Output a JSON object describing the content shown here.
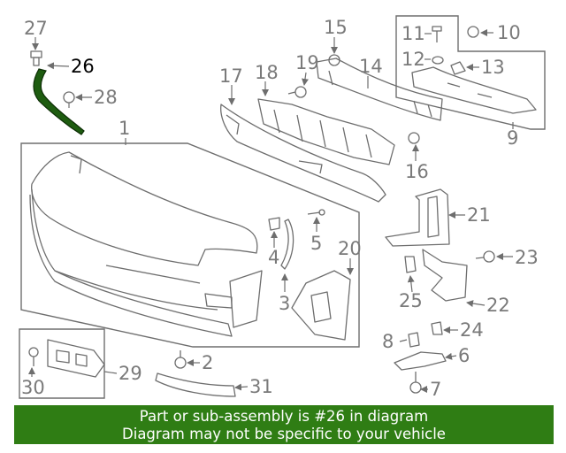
{
  "diagram": {
    "highlighted_part": "26",
    "highlight_color": "#2f7d14",
    "callouts": {
      "c1": "1",
      "c2": "2",
      "c3": "3",
      "c4": "4",
      "c5": "5",
      "c6": "6",
      "c7": "7",
      "c8": "8",
      "c9": "9",
      "c10": "10",
      "c11": "11",
      "c12": "12",
      "c13": "13",
      "c14": "14",
      "c15": "15",
      "c16": "16",
      "c17": "17",
      "c18": "18",
      "c19": "19",
      "c20": "20",
      "c21": "21",
      "c22": "22",
      "c23": "23",
      "c24": "24",
      "c25": "25",
      "c26": "26",
      "c27": "27",
      "c28": "28",
      "c29": "29",
      "c30": "30",
      "c31": "31"
    }
  },
  "banner": {
    "line1": "Part or sub-assembly is #26 in diagram",
    "line2": "Diagram may not be specific to your vehicle",
    "background": "#2f7d14"
  }
}
